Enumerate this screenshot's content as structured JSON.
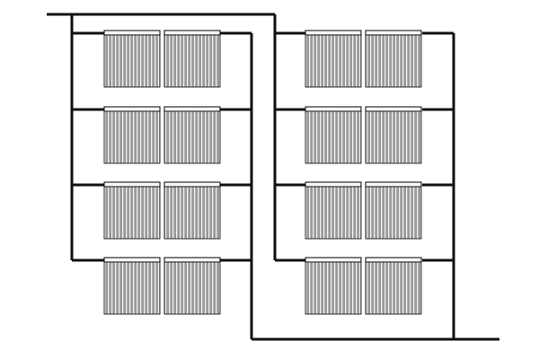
{
  "diagram": {
    "kind": "parallel-piping-layout",
    "component_icon": "tube-collector-icon",
    "colors": {
      "background": "#ffffff",
      "pipe": "#111111",
      "tube_fill": "#9a9a9a",
      "tube_line": "#f0f0f0",
      "header_fill": "#f8f8f8",
      "outline": "#000000"
    },
    "banks": [
      {
        "name": "left-bank",
        "rows": [
          {
            "row": 1,
            "units": 2
          },
          {
            "row": 2,
            "units": 2
          },
          {
            "row": 3,
            "units": 2
          },
          {
            "row": 4,
            "units": 2
          }
        ]
      },
      {
        "name": "right-bank",
        "rows": [
          {
            "row": 1,
            "units": 2
          },
          {
            "row": 2,
            "units": 2
          },
          {
            "row": 3,
            "units": 2
          },
          {
            "row": 4,
            "units": 2
          }
        ]
      }
    ]
  }
}
